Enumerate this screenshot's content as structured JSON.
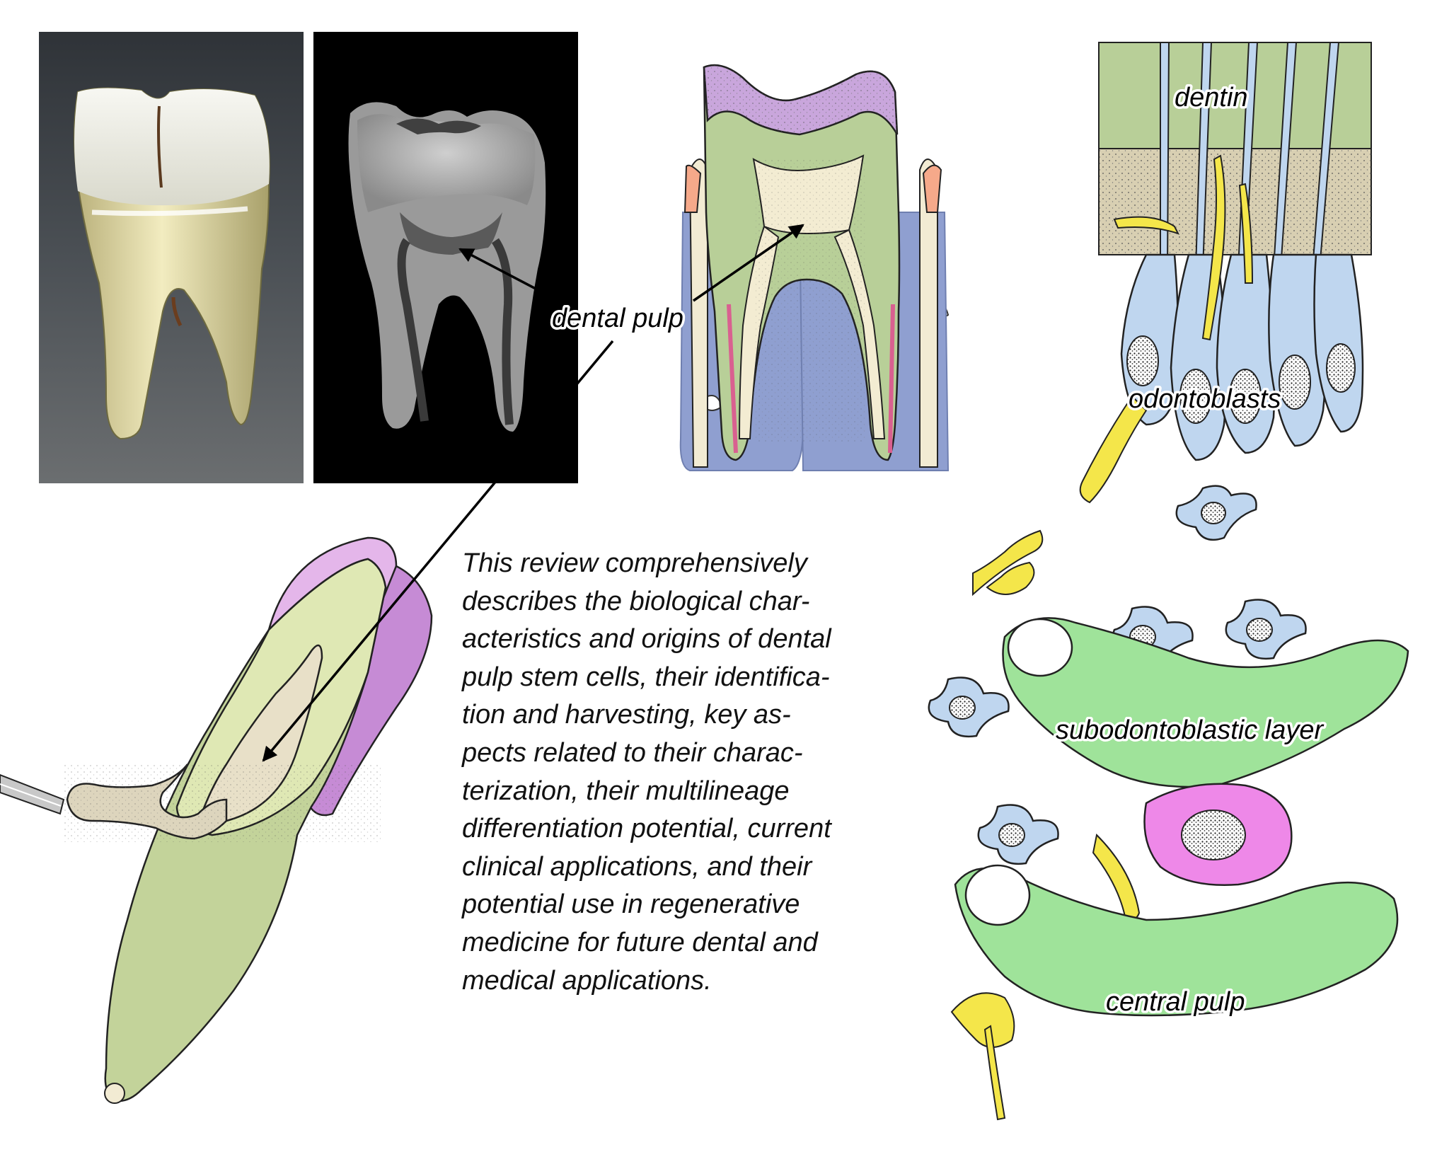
{
  "labels": {
    "dental_pulp": "dental pulp",
    "dentin": "dentin",
    "odontoblasts": "odontoblasts",
    "subodontoblastic_layer": "subodontoblastic layer",
    "central_pulp": "central pulp"
  },
  "summary_lines": [
    "This review comprehensively",
    "describes the biological char-",
    "acteristics and origins of dental",
    "pulp stem cells, their identifica-",
    "tion and harvesting, key as-",
    "pects related to their charac-",
    "terization, their multilineage",
    "differentiation potential, current",
    "clinical applications, and their",
    "potential use in regenerative",
    "medicine for future dental and",
    "medical applications."
  ],
  "colors": {
    "enamel": "#c9a6dc",
    "dentin": "#b8cf98",
    "pulp": "#f3ecd2",
    "bone": "#8f9fd0",
    "odontoblast": "#bfd6ef",
    "nerve": "#f4e64a",
    "capillary": "#9fe39a",
    "mast_cell": "#ee88e8",
    "predentin": "#d8cfb2",
    "photo_background": "#3a4046",
    "xray_background": "#000000"
  }
}
